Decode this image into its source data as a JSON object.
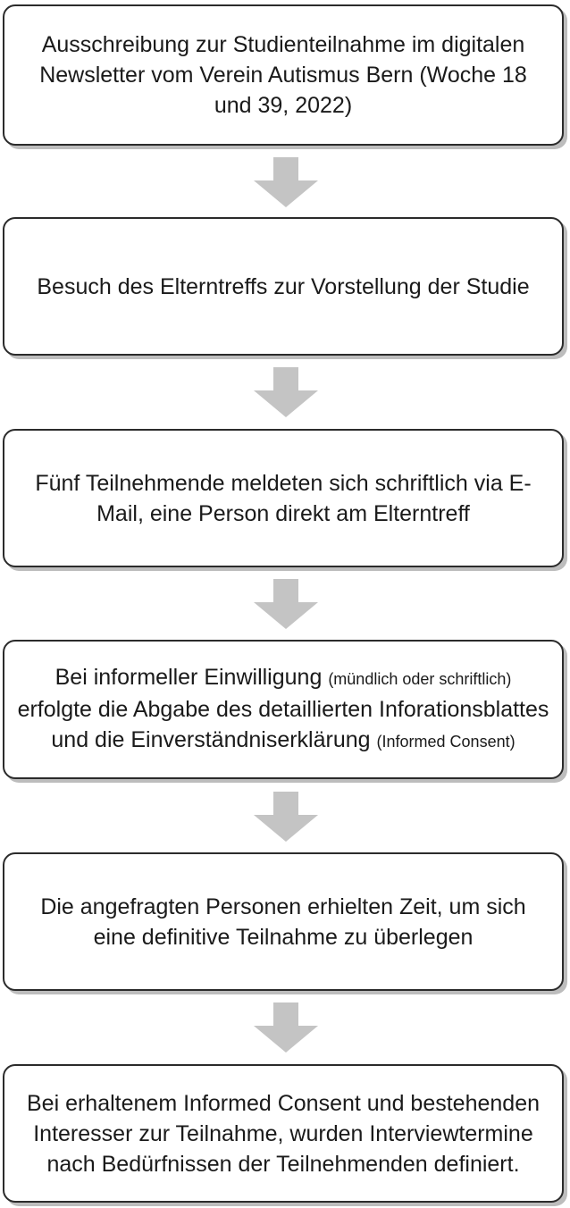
{
  "steps": [
    {
      "text": "Ausschreibung zur Studienteilnahme im digitalen Newsletter vom Verein Autismus Bern (Woche 18 und 39, 2022)"
    },
    {
      "text": "Besuch des Elterntreffs zur Vorstellung der Studie"
    },
    {
      "text": "Fünf Teilnehmende meldeten sich schriftlich via E-Mail, eine Person direkt am Elterntreff"
    },
    {
      "part1": "Bei informeller Einwilligung",
      "part1_small": "(mündlich oder schriftlich)",
      "part2": "erfolgte die Abgabe des detaillierten Inforationsblattes und die Einverständniserklärung",
      "part2_small": "(Informed Consent)"
    },
    {
      "text": "Die angefragten Personen erhielten Zeit, um sich eine definitive Teilnahme zu überlegen"
    },
    {
      "text": "Bei erhaltenem Informed Consent und bestehenden Interesser zur Teilnahme, wurden Interviewtermine nach Bedürfnissen der Teilnehmenden definiert."
    }
  ],
  "colors": {
    "box_border": "#2b2b2b",
    "box_shadow": "#bdbdbd",
    "arrow": "#c4c4c4",
    "text": "#1a1a1a"
  },
  "icons": {
    "connector": "down-arrow-icon"
  }
}
